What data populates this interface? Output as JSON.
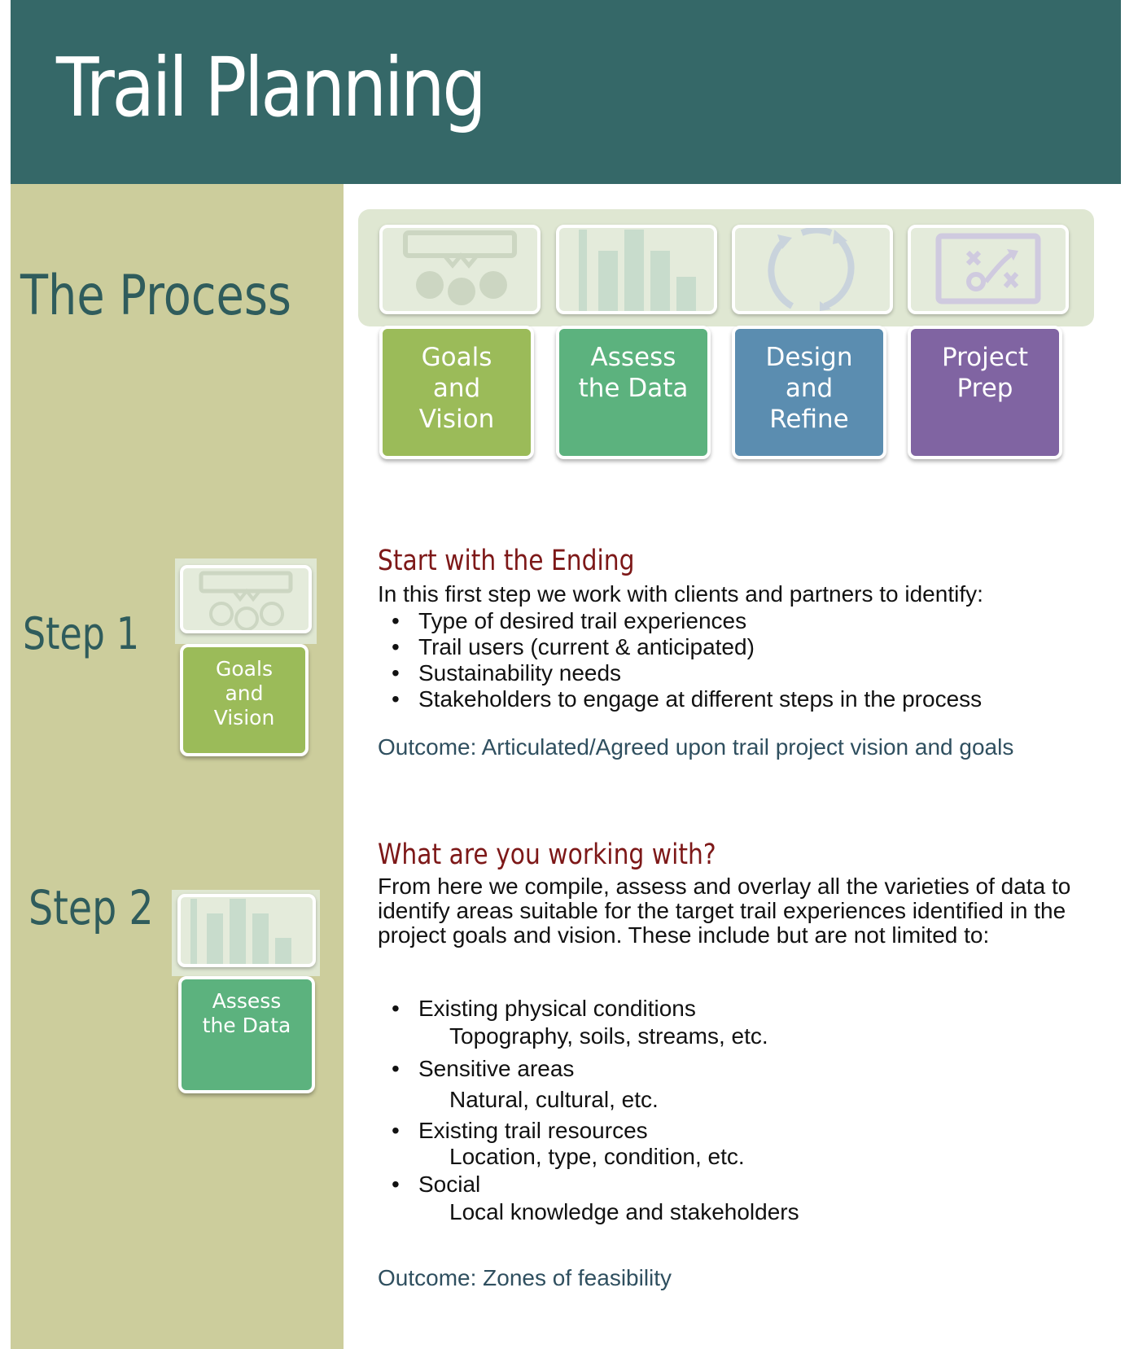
{
  "header": {
    "title": "Trail Planning"
  },
  "sidebar": {
    "process_title": "The Process",
    "step1_label": "Step 1",
    "step2_label": "Step 2"
  },
  "process": {
    "cards": [
      {
        "lines": [
          "Goals",
          "and",
          "Vision"
        ],
        "color": "#9bbb59",
        "icon": "discussion-icon"
      },
      {
        "lines": [
          "Assess",
          "the Data"
        ],
        "color": "#5cb27e",
        "icon": "bar-chart-icon"
      },
      {
        "lines": [
          "Design",
          "and",
          "Refine"
        ],
        "color": "#5b8db0",
        "icon": "cycle-arrows-icon"
      },
      {
        "lines": [
          "Project",
          "Prep"
        ],
        "color": "#8064a2",
        "icon": "strategy-board-icon"
      }
    ]
  },
  "step1": {
    "card_lines": [
      "Goals",
      "and",
      "Vision"
    ],
    "title": "Start with the Ending",
    "intro": "In this first step we work with clients and partners to identify:",
    "bullets": [
      "Type of desired trail experiences",
      "Trail users (current & anticipated)",
      "Sustainability needs",
      "Stakeholders to engage at different steps in the process"
    ],
    "outcome": "Outcome: Articulated/Agreed upon trail project vision and goals"
  },
  "step2": {
    "card_lines": [
      "Assess",
      "the Data"
    ],
    "title": "What are you working with?",
    "intro_lines": [
      "From here we compile, assess and overlay all the varieties of data to",
      "identify areas suitable for the target trail experiences identified in the",
      "project goals and vision. These include but are not limited to:"
    ],
    "bullets": [
      {
        "label": "Existing physical conditions",
        "detail": "Topography, soils, streams, etc."
      },
      {
        "label": "Sensitive areas",
        "detail": "Natural, cultural, etc."
      },
      {
        "label": "Existing trail resources",
        "detail": "Location, type, condition, etc."
      },
      {
        "label": "Social",
        "detail": "Local knowledge and stakeholders"
      }
    ],
    "outcome": "Outcome: Zones of feasibility"
  }
}
